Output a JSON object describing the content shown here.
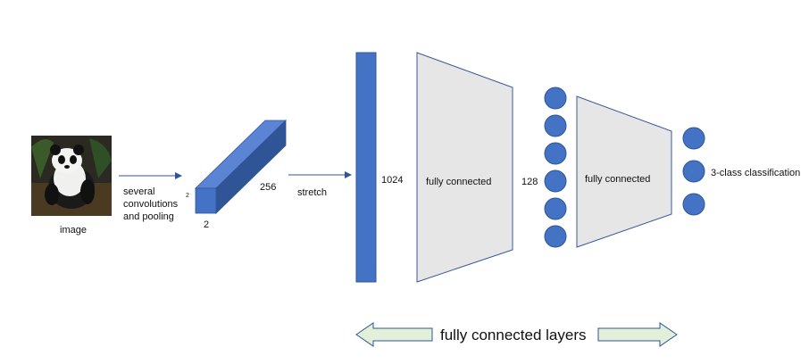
{
  "labels": {
    "image": "image",
    "conv_line1": "several",
    "conv_line2": "convolutions",
    "conv_line3": "and pooling",
    "dim_width": "2",
    "dim_height": "2",
    "dim_depth": "256",
    "stretch": "stretch",
    "units_1024": "1024",
    "fc_1": "fully connected",
    "units_128": "128",
    "fc_2": "fully connected",
    "output": "3-class classification",
    "fc_layers": "fully connected layers"
  },
  "colors": {
    "blue": "#4472C4",
    "blue_dark": "#2F5597",
    "gray_fill": "#E7E6E6",
    "gray_stroke": "#3C5A99",
    "arrow_fill": "#E2F0D9",
    "arrow_stroke": "#2F5597"
  },
  "nodes": {
    "hidden_count": 6,
    "output_count": 3
  }
}
